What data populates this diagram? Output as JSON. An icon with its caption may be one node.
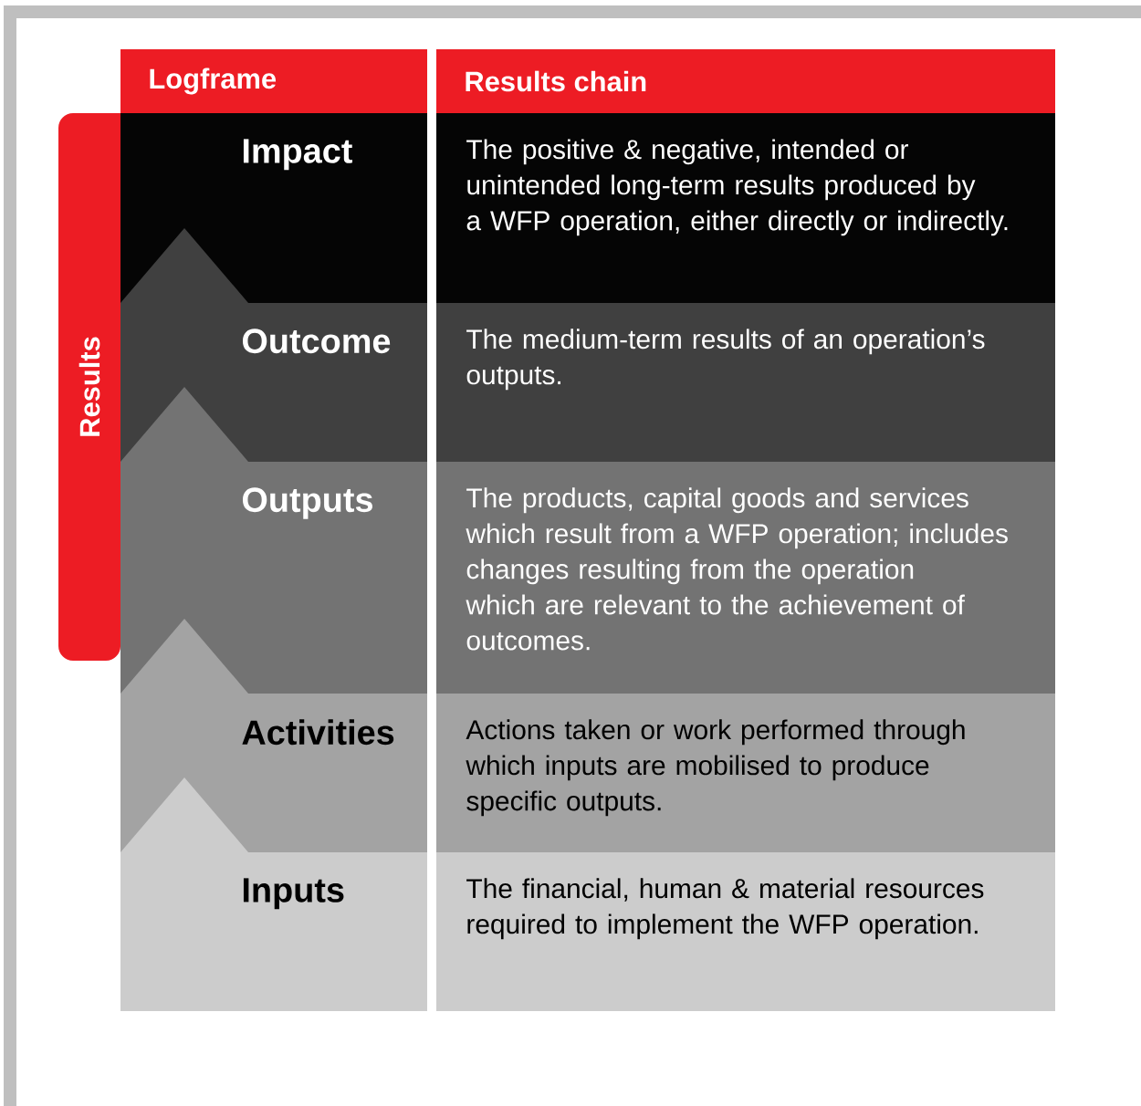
{
  "diagram": {
    "nodes": [
      {
        "text": [
          "Logframe"
        ]
      },
      {
        "text": [
          "Results chain"
        ]
      },
      {
        "text": [
          "Results"
        ]
      },
      {
        "text": [
          "Impact"
        ]
      },
      {
        "text": [
          "The positive & negative, intended or unintended long-term results produced by a WFP operation, either directly or indirectly."
        ]
      },
      {
        "text": [
          "Outcome"
        ]
      },
      {
        "text": [
          "The medium-term results of an operation’s outputs."
        ]
      },
      {
        "text": [
          "Outputs"
        ]
      },
      {
        "text": [
          "The products, capital goods and services which result from a WFP operation; includes changes resulting from the operation which are relevant to the achievement of outcomes."
        ]
      },
      {
        "text": [
          "Activities"
        ]
      },
      {
        "text": [
          "Actions taken or work performed through which inputs are mobilised to produce specific outputs."
        ]
      },
      {
        "text": [
          "Inputs"
        ]
      },
      {
        "text": [
          "The financial, human & material resources required to implement the WFP operation."
        ]
      }
    ]
  }
}
